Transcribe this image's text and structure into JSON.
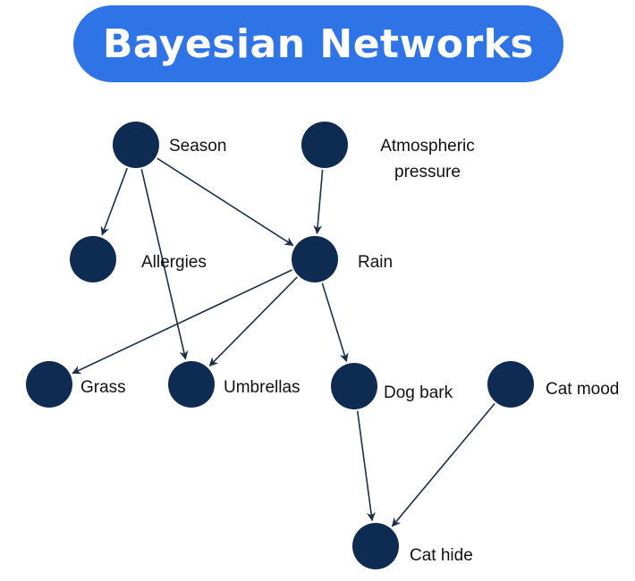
{
  "title": "Bayesian Networks",
  "colors": {
    "title_background": "#2F74E6",
    "title_text": "#FFFFFF",
    "node_fill": "#0E2C52",
    "edge_stroke": "#1B2F4B",
    "label_text": "#111111"
  },
  "nodes": [
    {
      "id": "season",
      "label_lines": [
        "Season"
      ]
    },
    {
      "id": "pressure",
      "label_lines": [
        "Atmospheric",
        "pressure"
      ]
    },
    {
      "id": "allergies",
      "label_lines": [
        "Allergies"
      ]
    },
    {
      "id": "rain",
      "label_lines": [
        "Rain"
      ]
    },
    {
      "id": "grass",
      "label_lines": [
        "Grass"
      ]
    },
    {
      "id": "umbrellas",
      "label_lines": [
        "Umbrellas"
      ]
    },
    {
      "id": "dogbark",
      "label_lines": [
        "Dog bark"
      ]
    },
    {
      "id": "catmood",
      "label_lines": [
        "Cat mood"
      ]
    },
    {
      "id": "cathide",
      "label_lines": [
        "Cat hide"
      ]
    }
  ],
  "edges": [
    {
      "from": "season",
      "to": "allergies"
    },
    {
      "from": "season",
      "to": "umbrellas"
    },
    {
      "from": "season",
      "to": "rain"
    },
    {
      "from": "pressure",
      "to": "rain"
    },
    {
      "from": "rain",
      "to": "grass"
    },
    {
      "from": "rain",
      "to": "umbrellas"
    },
    {
      "from": "rain",
      "to": "dogbark"
    },
    {
      "from": "dogbark",
      "to": "cathide"
    },
    {
      "from": "catmood",
      "to": "cathide"
    }
  ]
}
